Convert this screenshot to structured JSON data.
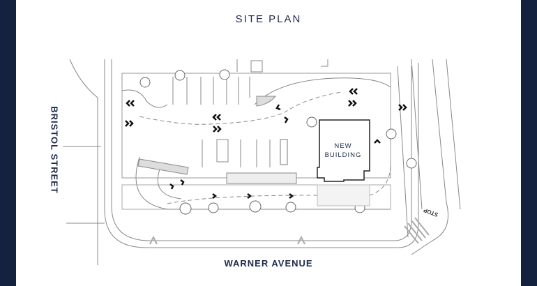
{
  "title": "SITE PLAN",
  "streets": {
    "west": "BRISTOL STREET",
    "south": "WARNER AVENUE"
  },
  "building_label": "NEW BUILDING",
  "road_marking": "STOP",
  "colors": {
    "frame": "#14223f",
    "text": "#1c2a4a",
    "lines": "#777777",
    "fill": "#e8e8e8"
  }
}
